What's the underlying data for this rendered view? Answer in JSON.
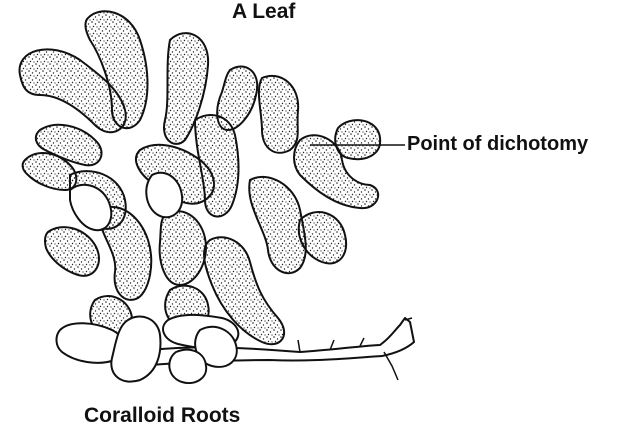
{
  "labels": {
    "top": "A Leaf",
    "callout": "Point of dichotomy",
    "bottom": "Coralloid Roots"
  },
  "colors": {
    "outline": "#111111",
    "stipple": "#222222",
    "background": "#ffffff"
  }
}
